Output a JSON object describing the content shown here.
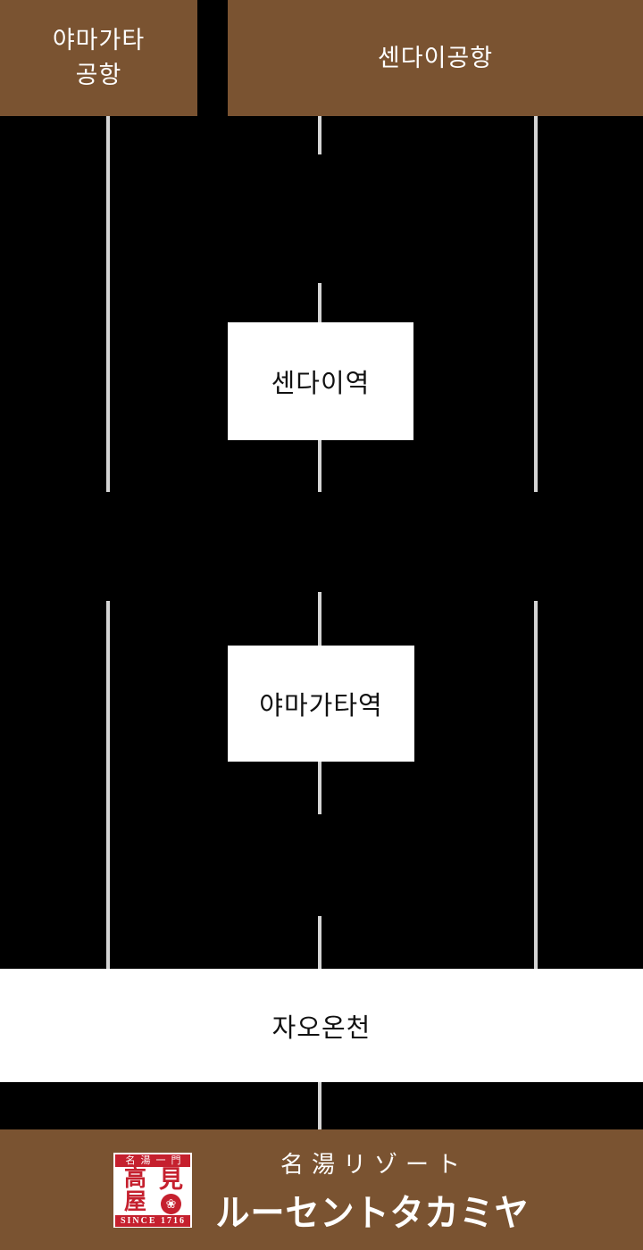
{
  "header": {
    "yamagata_airport_line1": "야마가타",
    "yamagata_airport_line2": "공항",
    "sendai_airport": "센다이공항"
  },
  "stations": {
    "sendai": "센다이역",
    "yamagata": "야마가타역"
  },
  "destination": "자오온천",
  "footer": {
    "seal": {
      "motto": "名湯一門",
      "char1": "高",
      "char2": "見",
      "char3": "屋",
      "crest_icon": "❀",
      "since": "SINCE 1716"
    },
    "brand_subtitle": "名湯リゾート",
    "brand_name": "ルーセントタカミヤ"
  },
  "colors": {
    "background": "#000000",
    "box_brown": "#7a5331",
    "route_line_gray": "#d4d4d4",
    "station_white": "#ffffff",
    "seal_red": "#c5202e"
  }
}
